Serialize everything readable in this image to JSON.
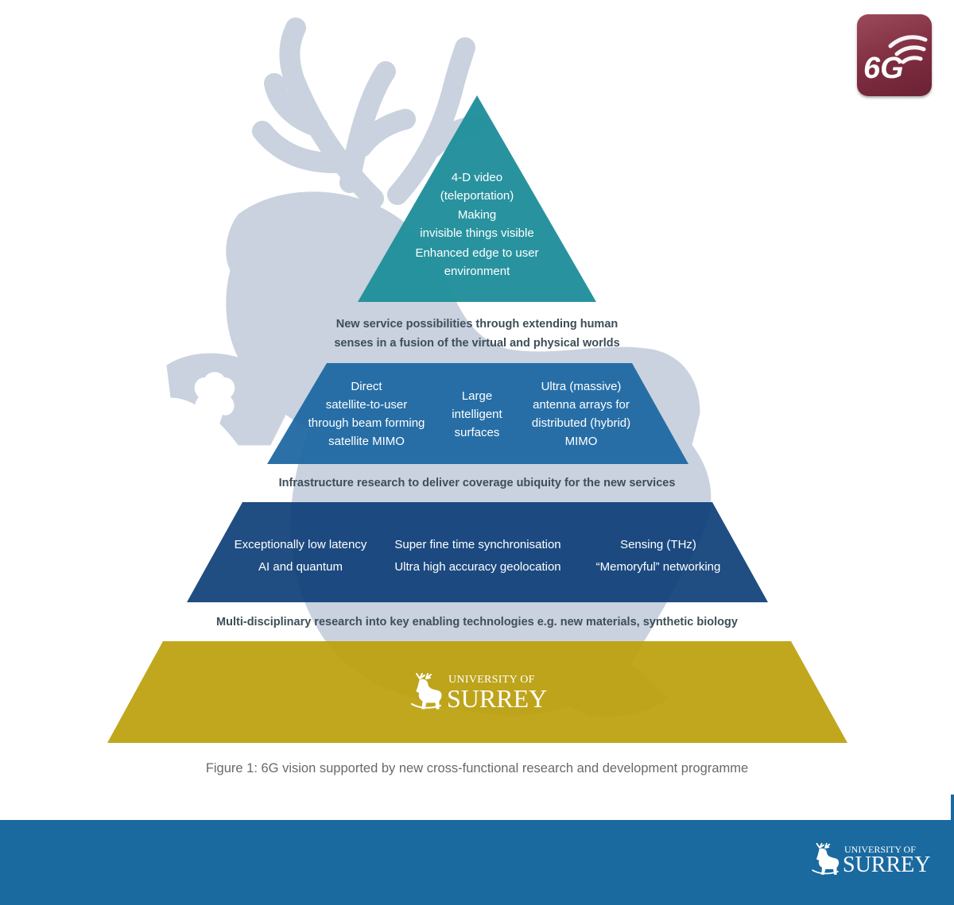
{
  "badge": {
    "label": "6G",
    "color": "#7e2d3f"
  },
  "colors": {
    "tier1": "#1f8f9b",
    "tier2": "#1b66a1",
    "tier3": "#0f3f78",
    "tier4": "#bca00c",
    "stag_watermark": "#c9d2de",
    "footer": "#1a6aa0"
  },
  "tier1": {
    "items": [
      {
        "line1": "4-D video",
        "line2": "(teleportation)"
      },
      {
        "line1": "Making",
        "line2": "invisible things visible"
      },
      {
        "line1": "Enhanced edge to user",
        "line2": "environment"
      }
    ]
  },
  "caption1": {
    "line1": "New service possibilities through extending human",
    "line2": "senses in a fusion of the virtual and physical worlds"
  },
  "tier2": {
    "col1": [
      "Direct",
      "satellite-to-user",
      "through beam forming",
      "satellite MIMO"
    ],
    "col2": [
      "Large",
      "intelligent",
      "surfaces"
    ],
    "col3": [
      "Ultra (massive)",
      "antenna arrays for",
      "distributed (hybrid)",
      "MIMO"
    ]
  },
  "caption2": "Infrastructure research to deliver coverage ubiquity for the new services",
  "tier3": {
    "col1": [
      "Exceptionally low latency",
      "AI and quantum"
    ],
    "col2": [
      "Super fine time synchronisation",
      "Ultra high accuracy geolocation"
    ],
    "col3": [
      "Sensing (THz)",
      "“Memoryful” networking"
    ]
  },
  "caption3": "Multi-disciplinary research into key enabling technologies e.g. new materials, synthetic biology",
  "base_logo": {
    "line1": "UNIVERSITY OF",
    "line2": "SURREY"
  },
  "figure_caption": "Figure 1: 6G vision supported by new cross-functional research and development programme",
  "footer_logo": {
    "line1": "UNIVERSITY OF",
    "line2": "SURREY"
  }
}
